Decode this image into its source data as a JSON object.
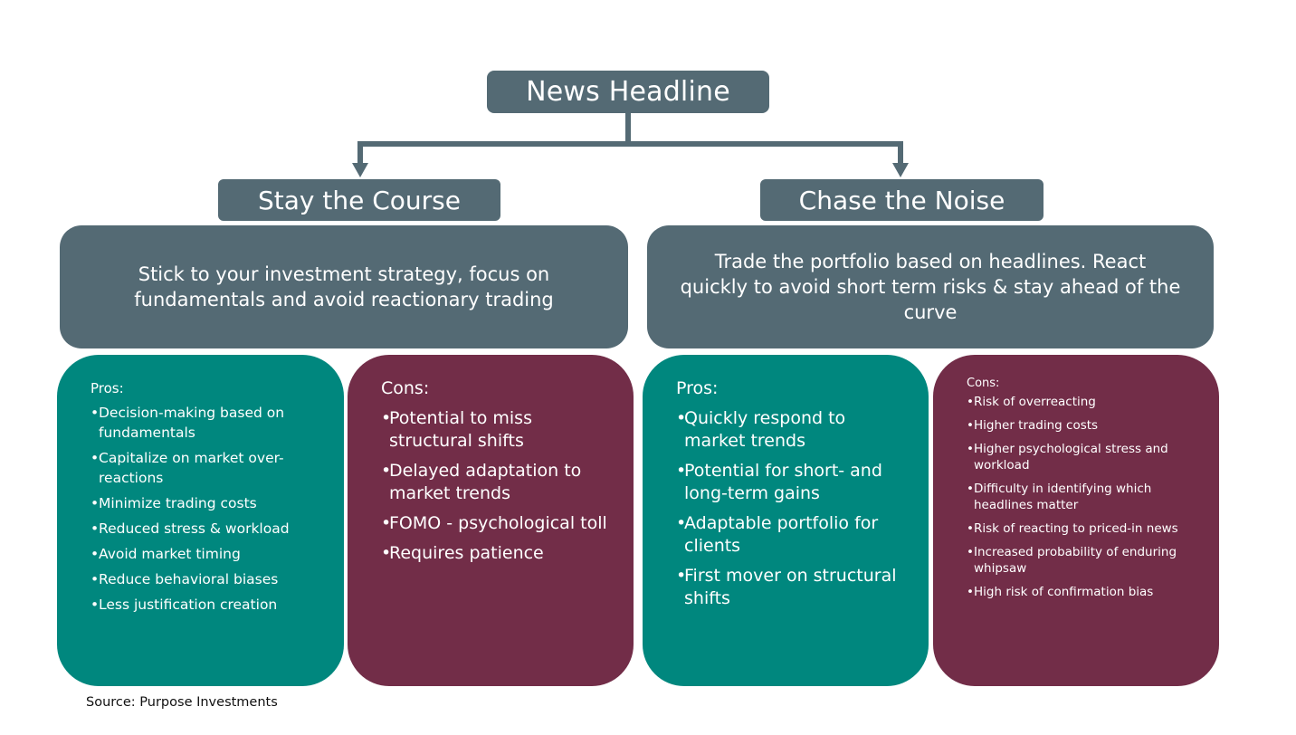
{
  "headline": "News Headline",
  "left_branch": {
    "title": "Stay the Course",
    "description": "Stick to your investment strategy, focus on fundamentals and avoid reactionary trading",
    "pros": {
      "title": "Pros:",
      "items": [
        "Decision-making based on fundamentals",
        "Capitalize on market over-reactions",
        "Minimize trading costs",
        "Reduced stress & workload",
        "Avoid market timing",
        "Reduce behavioral biases",
        "Less justification creation"
      ]
    },
    "cons": {
      "title": "Cons:",
      "items": [
        "Potential to miss structural shifts",
        "Delayed adaptation to market trends",
        "FOMO - psychological toll",
        "Requires patience"
      ]
    }
  },
  "right_branch": {
    "title": "Chase the Noise",
    "description": "Trade the portfolio based on headlines. React quickly to avoid short term risks & stay ahead of the curve",
    "pros": {
      "title": "Pros:",
      "items": [
        "Quickly respond to market trends",
        "Potential for short- and long-term gains",
        "Adaptable portfolio for clients",
        "First mover on structural shifts"
      ]
    },
    "cons": {
      "title": "Cons:",
      "items": [
        "Risk of overreacting",
        "Higher trading costs",
        "Higher psychological stress and workload",
        "Difficulty in identifying which headlines matter",
        "Risk of reacting to priced-in news",
        "Increased probability of enduring whipsaw",
        "High risk of confirmation bias"
      ]
    }
  },
  "source": "Source: Purpose Investments",
  "colors": {
    "slate": "#546a74",
    "teal": "#00877e",
    "wine": "#722d48"
  }
}
